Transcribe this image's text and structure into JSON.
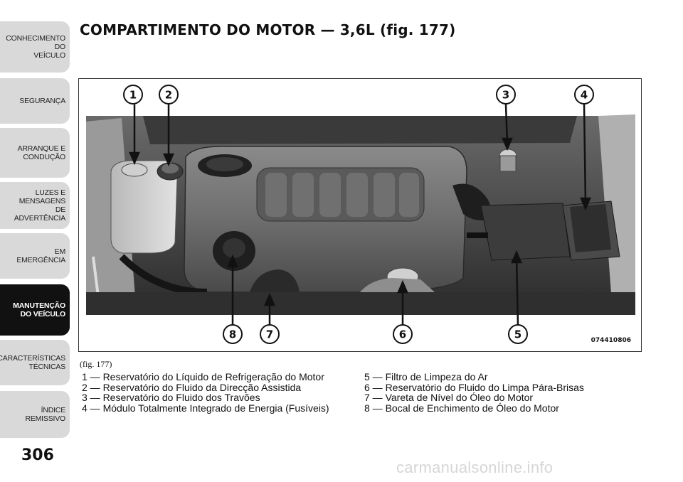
{
  "sidebar": {
    "tabs": [
      {
        "label": "CONHECIMENTO\nDO\nVEÍCULO",
        "active": false
      },
      {
        "label": "SEGURANÇA",
        "active": false
      },
      {
        "label": "ARRANQUE E\nCONDUÇÃO",
        "active": false
      },
      {
        "label": "LUZES E\nMENSAGENS\nDE\nADVERTÊNCIA",
        "active": false
      },
      {
        "label": "EM\nEMERGÊNCIA",
        "active": false
      },
      {
        "label": "MANUTENÇÃO\nDO VEÍCULO",
        "active": true
      },
      {
        "label": "CARACTERÍSTICAS\nTÉCNICAS",
        "active": false
      },
      {
        "label": "ÍNDICE\nREMISSIVO",
        "active": false
      }
    ]
  },
  "page": {
    "title": "COMPARTIMENTO DO MOTOR — 3,6L (fig.  177)",
    "number": "306"
  },
  "figure": {
    "code": "074410806",
    "caption": "(fig. 177)",
    "callouts": [
      "1",
      "2",
      "3",
      "4",
      "5",
      "6",
      "7",
      "8"
    ]
  },
  "legend": {
    "left": [
      "1 — Reservatório do Líquido de Refrigeração do Motor",
      "2 — Reservatório do Fluido da Direcção Assistida",
      "3 — Reservatório do Fluido dos Travões",
      "4 — Módulo Totalmente Integrado de Energia (Fusíveis)"
    ],
    "right": [
      "5 — Filtro de Limpeza do Ar",
      "6 — Reservatório do Fluido do Limpa Pára-Brisas",
      "7 — Vareta de Nível do Óleo do Motor",
      "8 — Bocal de Enchimento de Óleo do Motor"
    ]
  },
  "watermark": "carmanualsonline.info"
}
